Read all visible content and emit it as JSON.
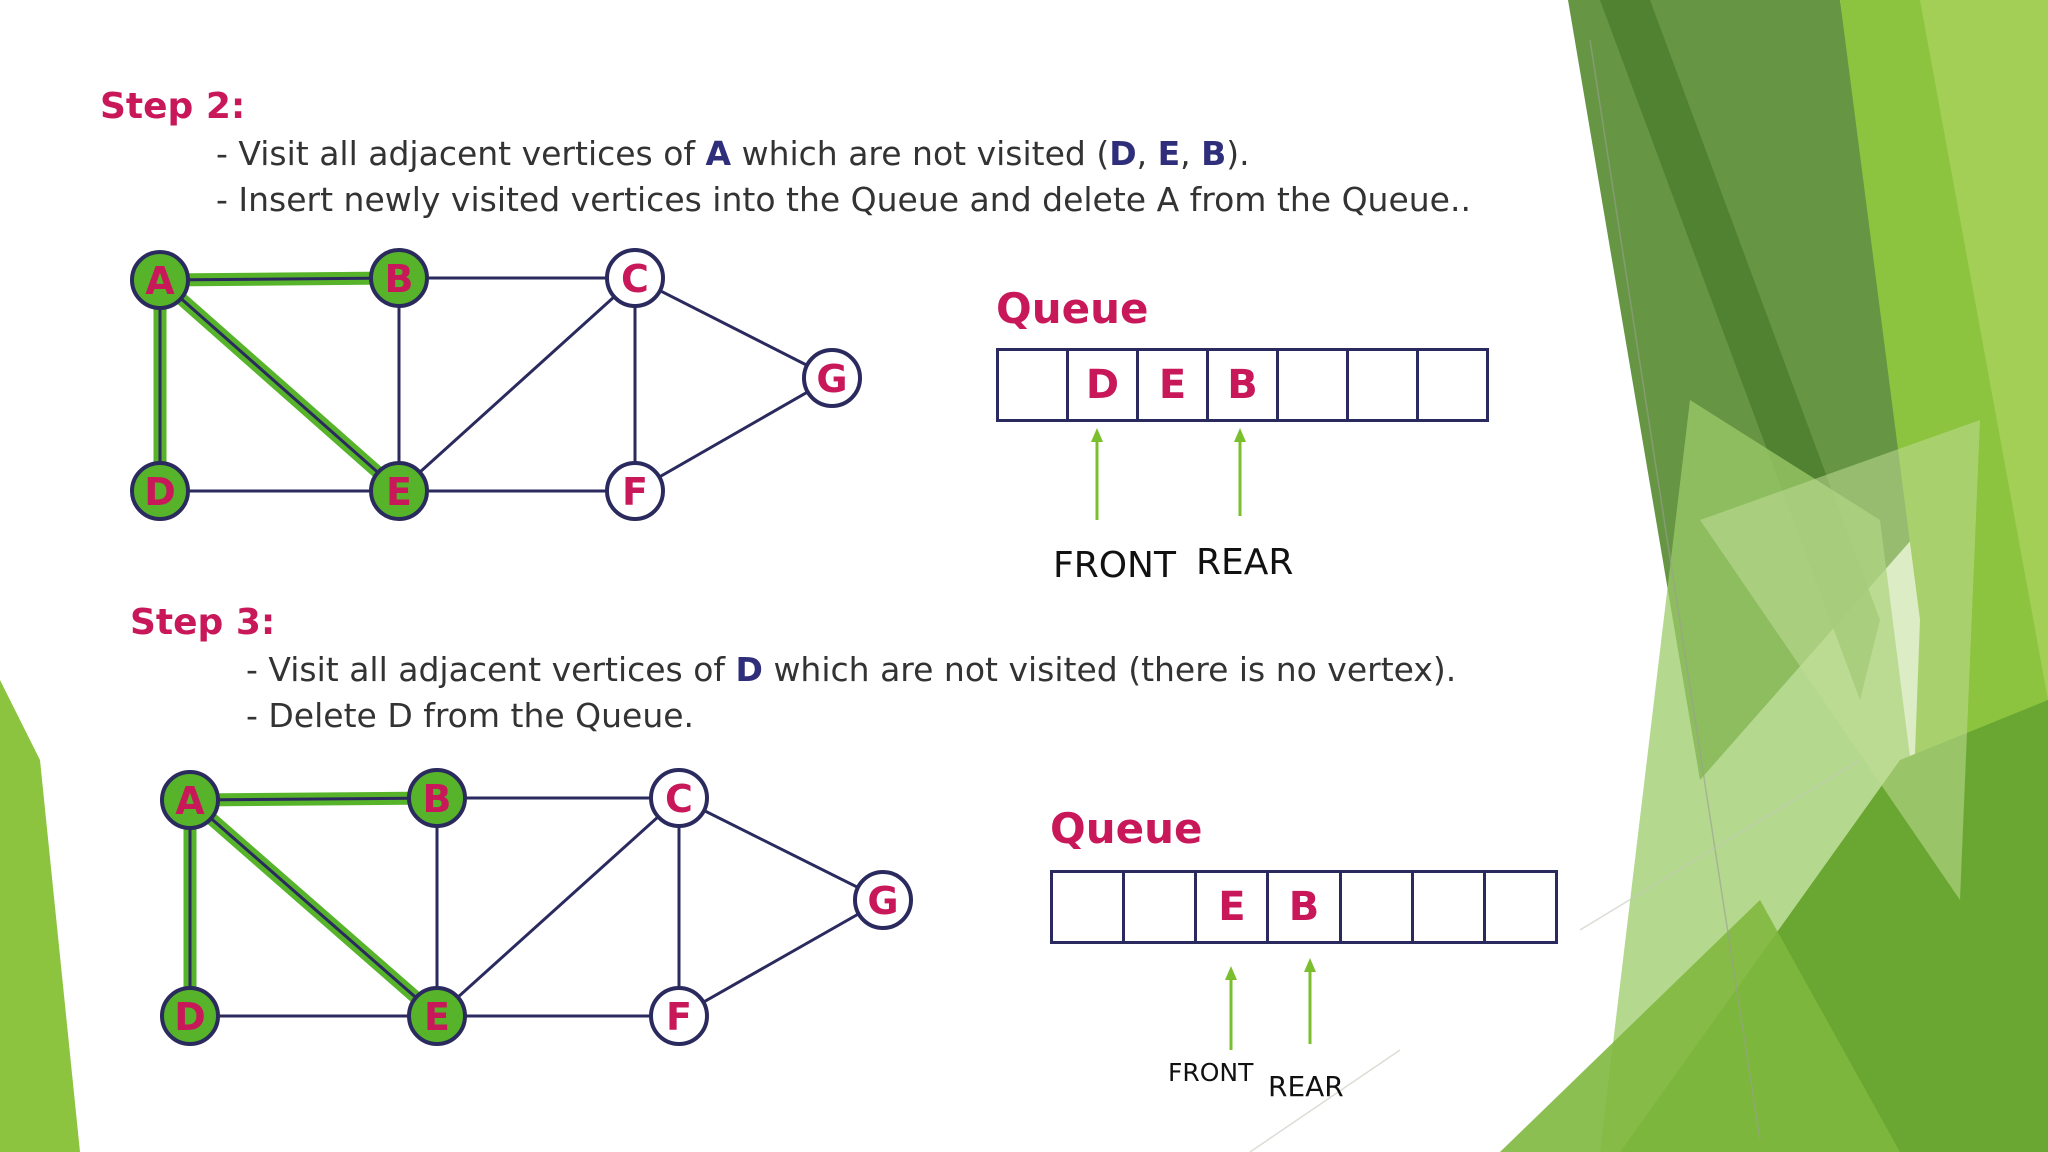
{
  "colors": {
    "accent": "#c8185a",
    "visited": "#56b32a",
    "edge": "#2a2a5e",
    "highlight": "#56b32a"
  },
  "step2": {
    "title": "Step 2:",
    "line1": {
      "pre": "- Visit all adjacent vertices of ",
      "v1": "A",
      "mid": " which are not visited (",
      "d": "D",
      "sep1": ", ",
      "e": "E",
      "sep2": ", ",
      "b": "B",
      "post": ")."
    },
    "line2": "- Insert newly visited vertices into the Queue and delete A from the Queue..",
    "queue_label": "Queue",
    "queue": [
      "",
      "D",
      "E",
      "B",
      "",
      "",
      ""
    ],
    "front_label": "FRONT",
    "rear_label": "REAR"
  },
  "step3": {
    "title": "Step 3:",
    "line1": {
      "pre": "- Visit all adjacent vertices of ",
      "v1": "D",
      "post": " which are not visited (there is no vertex)."
    },
    "line2": "- Delete D from the Queue.",
    "queue_label": "Queue",
    "queue": [
      "",
      "",
      "E",
      "B",
      "",
      "",
      ""
    ],
    "front_label": "FRONT",
    "rear_label": "REAR"
  },
  "graph": {
    "nodes": [
      {
        "id": "A",
        "label": "A",
        "visited": true
      },
      {
        "id": "B",
        "label": "B",
        "visited": true
      },
      {
        "id": "C",
        "label": "C",
        "visited": false
      },
      {
        "id": "D",
        "label": "D",
        "visited": true
      },
      {
        "id": "E",
        "label": "E",
        "visited": true
      },
      {
        "id": "F",
        "label": "F",
        "visited": false
      },
      {
        "id": "G",
        "label": "G",
        "visited": false
      }
    ],
    "edges": [
      {
        "from": "A",
        "to": "B",
        "highlight": true
      },
      {
        "from": "A",
        "to": "D",
        "highlight": true
      },
      {
        "from": "A",
        "to": "E",
        "highlight": true
      },
      {
        "from": "B",
        "to": "C",
        "highlight": false
      },
      {
        "from": "B",
        "to": "E",
        "highlight": false
      },
      {
        "from": "C",
        "to": "E",
        "highlight": false
      },
      {
        "from": "C",
        "to": "F",
        "highlight": false
      },
      {
        "from": "C",
        "to": "G",
        "highlight": false
      },
      {
        "from": "D",
        "to": "E",
        "highlight": false
      },
      {
        "from": "E",
        "to": "F",
        "highlight": false
      },
      {
        "from": "F",
        "to": "G",
        "highlight": false
      }
    ]
  }
}
